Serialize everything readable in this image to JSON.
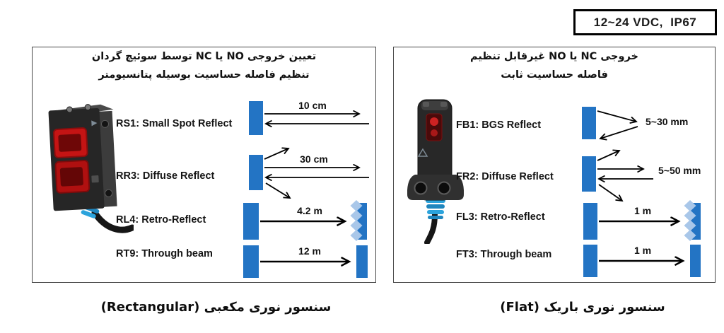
{
  "badge": {
    "label": "12~24 VDC,  IP67"
  },
  "colors": {
    "beam_blue": "#2374C4",
    "reflector_light_blue": "#A9C7E9",
    "arrow_black": "#000000"
  },
  "panels": [
    {
      "header_line1": "تعیین خروجی NO یا NC توسط سوئیچ گردان",
      "header_line2": "تنظیم فاصله حساسیت بوسیله پتانسیومتر",
      "caption": "سنسور نوری مکعبی (Rectangular)",
      "sensor_image": "rectangular-photoelectric-sensor",
      "rows": [
        {
          "model": "RS1: Small Spot Reflect",
          "distance": "10 cm",
          "beam_type": "reflect"
        },
        {
          "model": "RR3: Diffuse Reflect",
          "distance": "30 cm",
          "beam_type": "diffuse"
        },
        {
          "model": "RL4: Retro-Reflect",
          "distance": "4.2 m",
          "beam_type": "retro-reflect"
        },
        {
          "model": "RT9: Through beam",
          "distance": "12 m",
          "beam_type": "through-beam"
        }
      ]
    },
    {
      "header_line1": "خروجی NC یا NO غیرقابل تنظیم",
      "header_line2": "فاصله حساسیت ثابت",
      "caption": "سنسور نوری باریک (Flat)",
      "sensor_image": "flat-photoelectric-sensor",
      "rows": [
        {
          "model": "FB1: BGS Reflect",
          "distance": "5~30 mm",
          "beam_type": "bgs"
        },
        {
          "model": "FR2: Diffuse Reflect",
          "distance": "5~50 mm",
          "beam_type": "diffuse"
        },
        {
          "model": "FL3: Retro-Reflect",
          "distance": "1 m",
          "beam_type": "retro-reflect"
        },
        {
          "model": "FT3: Through beam",
          "distance": "1 m",
          "beam_type": "through-beam"
        }
      ]
    }
  ]
}
